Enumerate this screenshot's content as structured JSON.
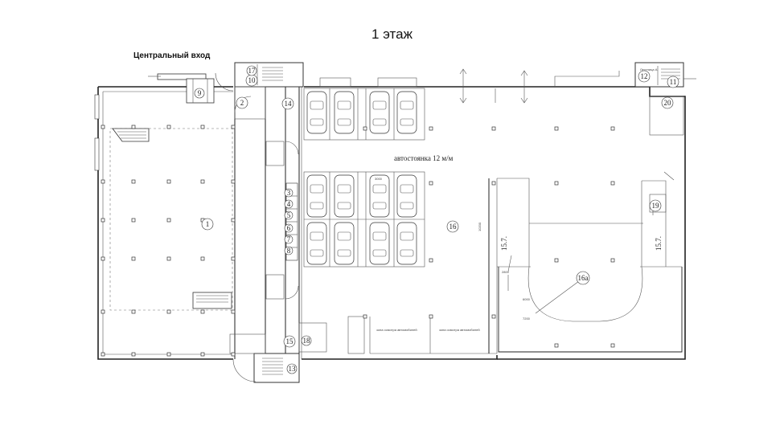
{
  "title": "1 этаж",
  "entrance_label": "Центральный вход",
  "parking_label": "автостоянка 12 м/м",
  "inspection_label_1": "зона осмотра автомобилей",
  "inspection_label_2": "зона осмотра автомобилей",
  "slope_label_1": "15.7.",
  "slope_label_2": "15.7.",
  "stair_label": "Лестница А",
  "dimensions": {
    "d3000": "3000",
    "d2800": "2800",
    "d6000": "6000",
    "d7200": "7200",
    "d10200": "10200"
  },
  "rooms": [
    {
      "id": "r1",
      "num": "1"
    },
    {
      "id": "r2",
      "num": "2"
    },
    {
      "id": "r3",
      "num": "3"
    },
    {
      "id": "r4",
      "num": "4"
    },
    {
      "id": "r5",
      "num": "5"
    },
    {
      "id": "r6",
      "num": "6"
    },
    {
      "id": "r7",
      "num": "7"
    },
    {
      "id": "r8",
      "num": "8"
    },
    {
      "id": "r9",
      "num": "9"
    },
    {
      "id": "r10",
      "num": "10"
    },
    {
      "id": "r11",
      "num": "11"
    },
    {
      "id": "r12",
      "num": "12"
    },
    {
      "id": "r13",
      "num": "13"
    },
    {
      "id": "r14",
      "num": "14"
    },
    {
      "id": "r15",
      "num": "15"
    },
    {
      "id": "r16",
      "num": "16"
    },
    {
      "id": "r16a",
      "num": "16а"
    },
    {
      "id": "r17",
      "num": "17"
    },
    {
      "id": "r18",
      "num": "18"
    },
    {
      "id": "r19",
      "num": "19"
    },
    {
      "id": "r20",
      "num": "20"
    }
  ]
}
